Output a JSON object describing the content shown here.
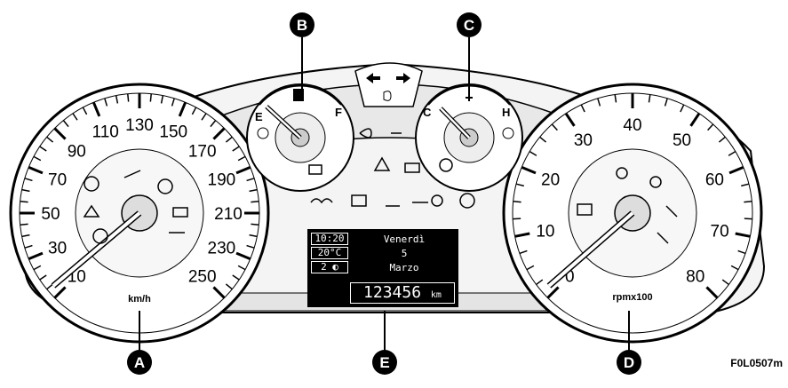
{
  "figure_id": "F0L0507m",
  "callouts": [
    "A",
    "B",
    "C",
    "D",
    "E"
  ],
  "speedometer": {
    "labels": [
      "10",
      "30",
      "50",
      "70",
      "90",
      "110",
      "130",
      "150",
      "170",
      "190",
      "210",
      "230",
      "250"
    ],
    "unit": "km/h"
  },
  "tachometer": {
    "labels": [
      "0",
      "10",
      "20",
      "30",
      "40",
      "50",
      "60",
      "70",
      "80"
    ],
    "unit": "rpmx100"
  },
  "fuel_gauge": {
    "low": "E",
    "high": "F"
  },
  "temp_gauge": {
    "low": "C",
    "high": "H"
  },
  "display": {
    "time": "10:20",
    "temperature": "20°C",
    "light_level": "2",
    "day": "Venerdì",
    "date": "5",
    "month": "Marzo",
    "odometer": "123456",
    "odometer_unit": "km"
  },
  "warning_icons": [
    "abs-icon",
    "brake-icon",
    "esp-icon",
    "hill-icon",
    "engine-icon",
    "sidelight-icon",
    "fog-front-icon",
    "fog-rear-icon",
    "immobilizer-icon",
    "hazard-icon",
    "battery-icon",
    "tpms-icon",
    "glow-plug-icon",
    "diesel-filter-icon",
    "fuel-water-icon",
    "oil-icon",
    "bulb-failure-icon",
    "steering-icon",
    "airbag-passenger-icon",
    "airbag-icon",
    "seatbelt-icon",
    "door-open-icon",
    "belt-rear-icon",
    "turn-signal-icon",
    "high-beam-icon"
  ]
}
